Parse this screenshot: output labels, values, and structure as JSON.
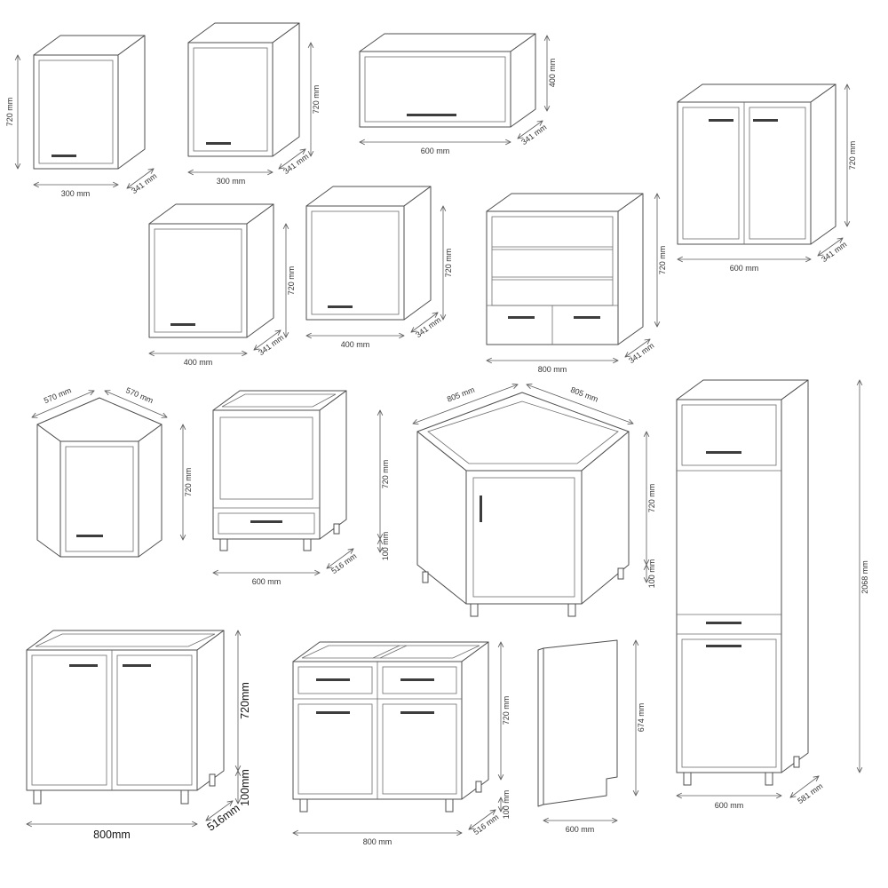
{
  "page": {
    "unit": "mm",
    "line_color": "#4f4f4f",
    "text_color": "#333333"
  },
  "cabinets": [
    {
      "name": "wall-cabinet-300-a",
      "type": "wall",
      "h": "720 mm",
      "w": "300 mm",
      "d": "341 mm"
    },
    {
      "name": "wall-cabinet-300-b",
      "type": "wall",
      "h": "720 mm",
      "w": "300 mm",
      "d": "341 mm"
    },
    {
      "name": "wall-cabinet-600-horizontal",
      "type": "wall-flap",
      "h": "400 mm",
      "w": "600 mm",
      "d": "341 mm"
    },
    {
      "name": "wall-cabinet-600-double",
      "type": "wall-2-door",
      "h": "720 mm",
      "w": "600 mm",
      "d": "341 mm"
    },
    {
      "name": "wall-cabinet-400-a",
      "type": "wall",
      "h": "720 mm",
      "w": "400 mm",
      "d": "341 mm"
    },
    {
      "name": "wall-cabinet-400-b",
      "type": "wall",
      "h": "720 mm",
      "w": "400 mm",
      "d": "341 mm"
    },
    {
      "name": "wall-cabinet-800-display",
      "type": "wall-shelves",
      "h": "720 mm",
      "w": "800 mm",
      "d": "341 mm"
    },
    {
      "name": "corner-wall-cabinet-570",
      "type": "corner-wall",
      "h": "720 mm",
      "w": "570 mm",
      "w2": "570 mm"
    },
    {
      "name": "oven-base-cabinet-600",
      "type": "base-oven",
      "h": "720 mm",
      "p": "100 mm",
      "w": "600 mm",
      "d": "516 mm"
    },
    {
      "name": "corner-base-cabinet-805",
      "type": "corner-base",
      "h": "720 mm",
      "p": "100 mm",
      "w": "805 mm",
      "w2": "805 mm"
    },
    {
      "name": "tall-cabinet-600",
      "type": "tall",
      "h": "2068 mm",
      "w": "600 mm",
      "d": "581 mm"
    },
    {
      "name": "sink-base-cabinet-800",
      "type": "base-2-door",
      "h": "720mm",
      "p": "100mm",
      "w": "800mm",
      "d": "516mm"
    },
    {
      "name": "base-cabinet-800-drawers",
      "type": "base-drawers",
      "h": "720 mm",
      "p": "100 mm",
      "w": "800 mm",
      "d": "516 mm"
    },
    {
      "name": "end-panel-600",
      "type": "panel",
      "h": "674 mm",
      "w": "600 mm"
    }
  ]
}
